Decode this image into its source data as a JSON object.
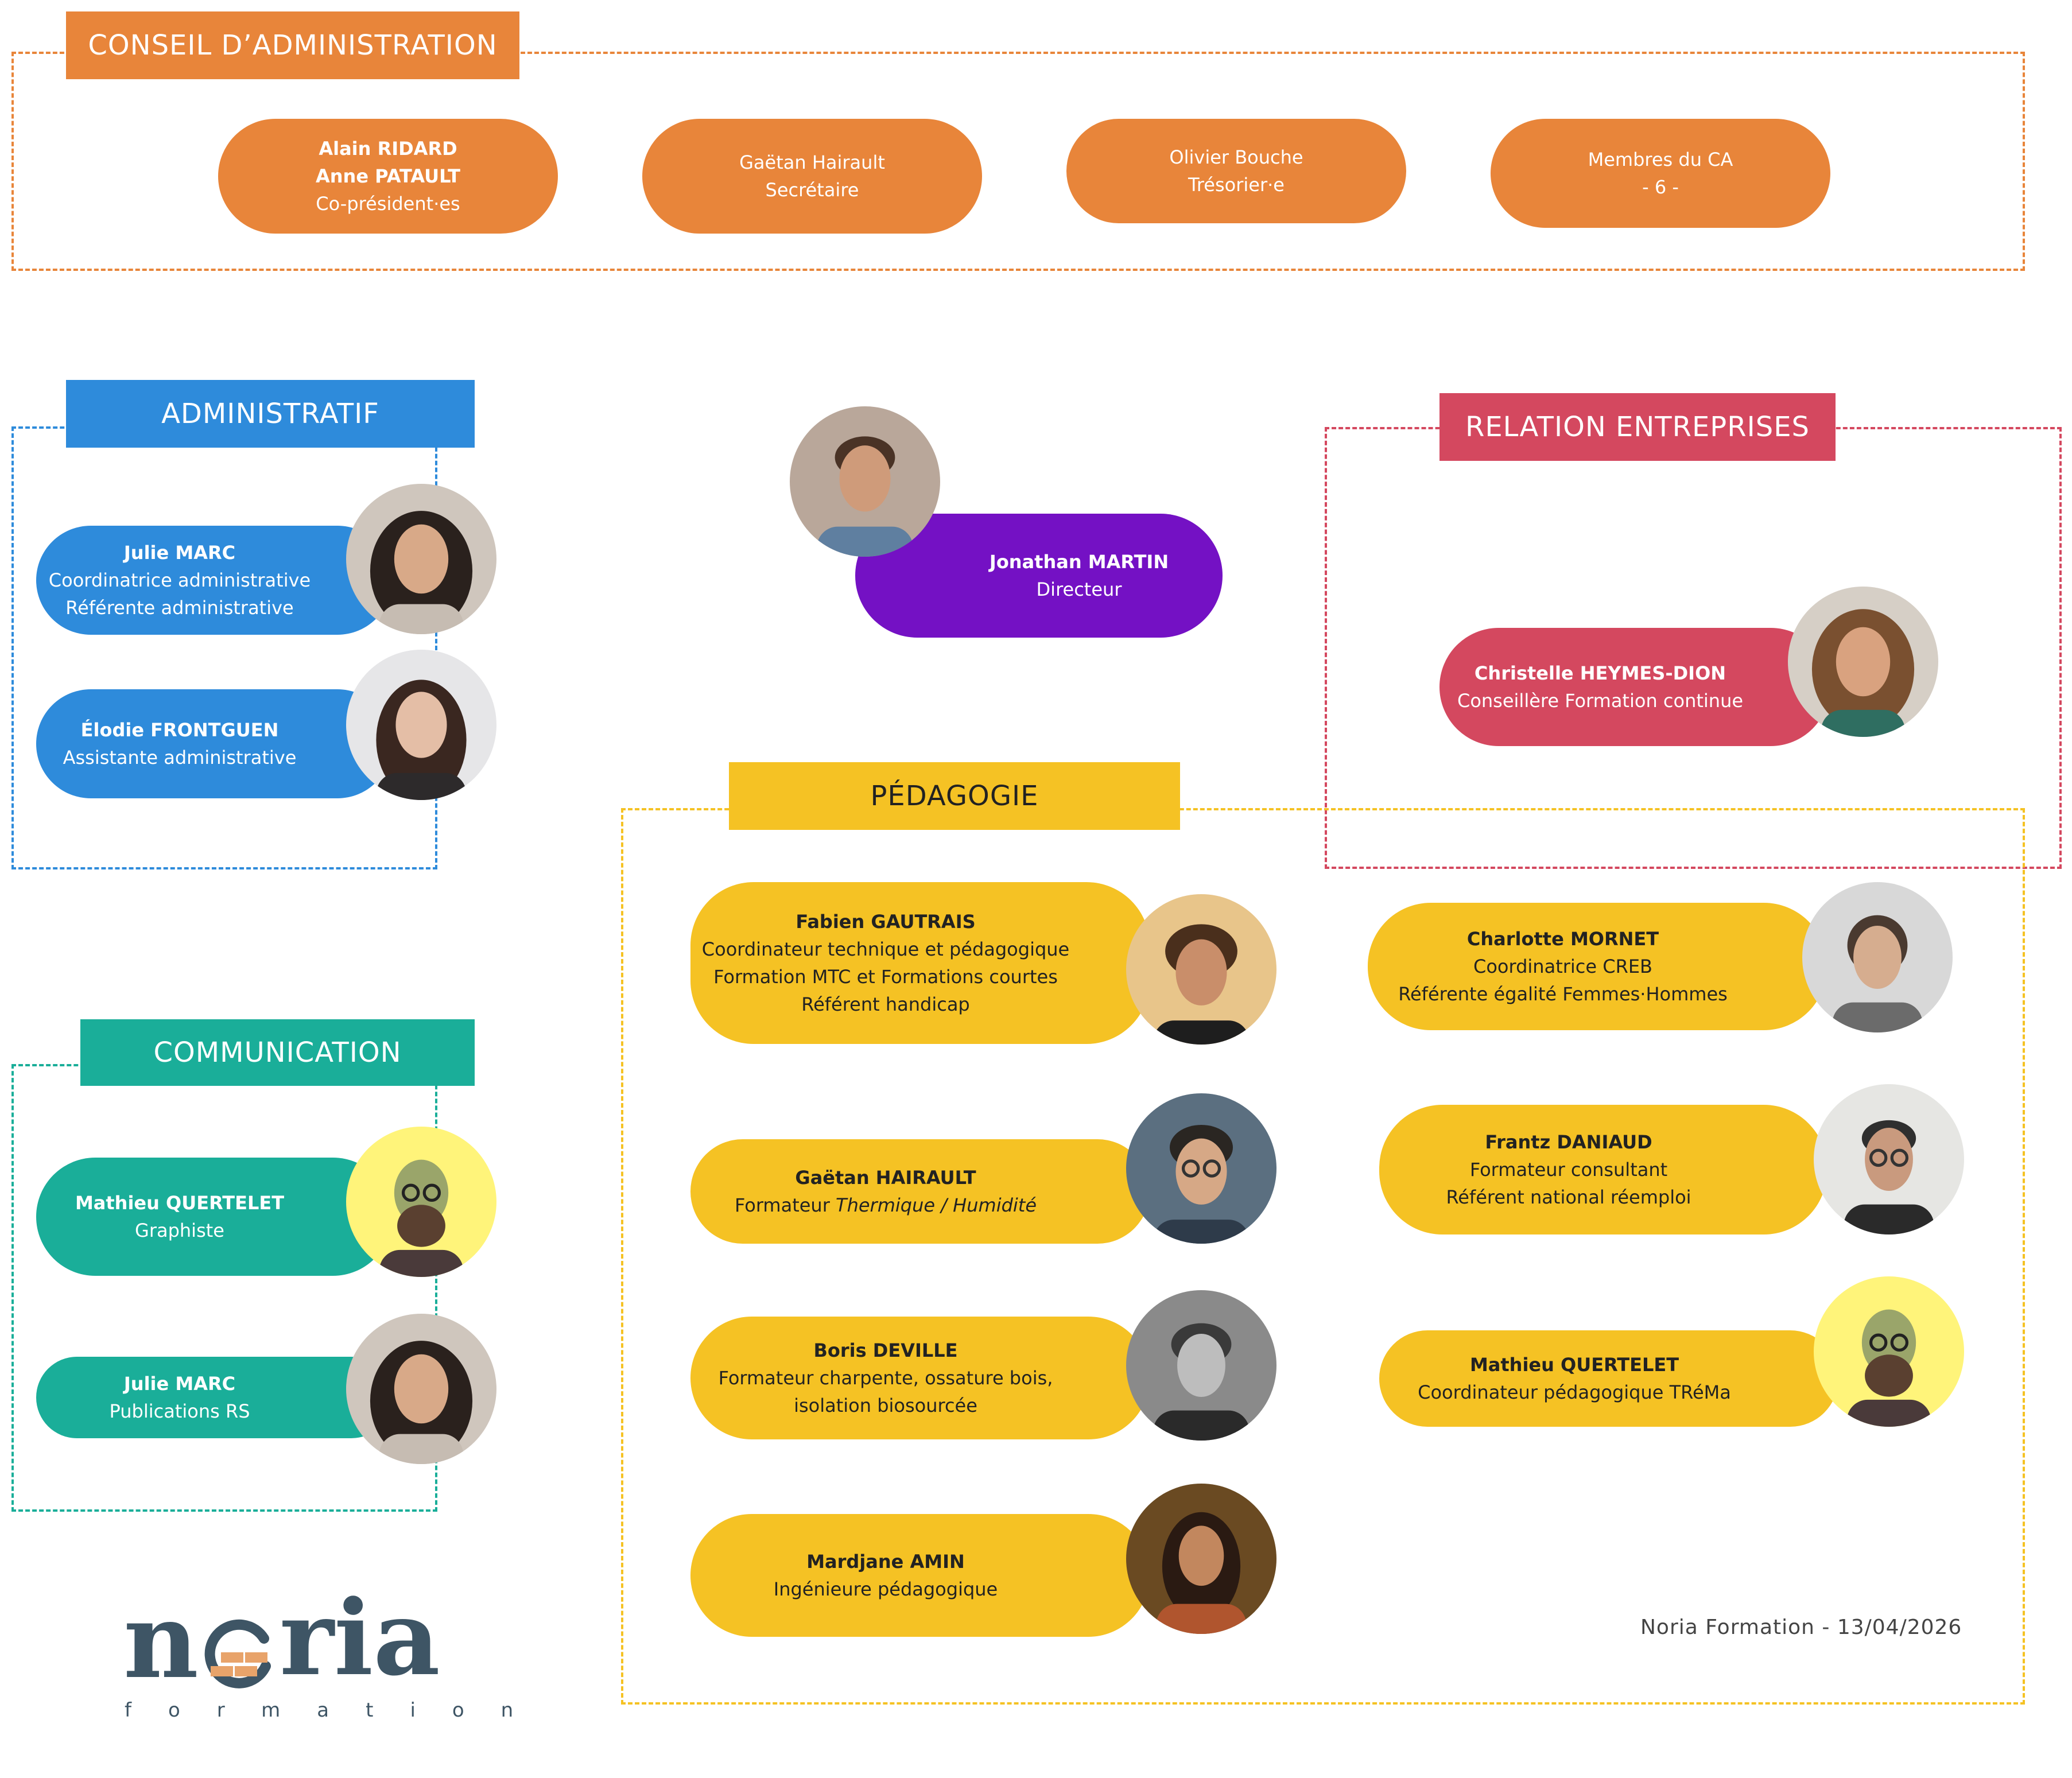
{
  "colors": {
    "ca": "#E8853A",
    "admin": "#2E8BDB",
    "director": "#7411C4",
    "rel": "#D4485F",
    "comm": "#1AAE99",
    "peda": "#F5C224"
  },
  "sections": {
    "ca": "CONSEIL D’ADMINISTRATION",
    "admin": "ADMINISTRATIF",
    "rel": "RELATION ENTREPRISES",
    "comm": "COMMUNICATION",
    "peda": "PÉDAGOGIE"
  },
  "ca_members": [
    {
      "name1": "Alain RIDARD",
      "name2": "Anne PATAULT",
      "role": "Co-président·es"
    },
    {
      "line1": "Gaëtan Hairault",
      "line2": "Secrétaire"
    },
    {
      "line1": "Olivier Bouche",
      "line2": "Trésorier·e"
    },
    {
      "line1": "Membres du CA",
      "line2": "- 6 -"
    }
  ],
  "director": {
    "name": "Jonathan MARTIN",
    "role": "Directeur"
  },
  "admin_people": [
    {
      "name": "Julie MARC",
      "role1": "Coordinatrice administrative",
      "role2": "Référente administrative"
    },
    {
      "name": "Élodie FRONTGUEN",
      "role1": "Assistante administrative"
    }
  ],
  "rel_people": [
    {
      "name": "Christelle HEYMES-DION",
      "role1": "Conseillère Formation continue"
    }
  ],
  "comm_people": [
    {
      "name": "Mathieu QUERTELET",
      "role1": "Graphiste"
    },
    {
      "name": "Julie MARC",
      "role1": "Publications RS"
    }
  ],
  "peda_people": [
    {
      "name": "Fabien GAUTRAIS",
      "role1": "Coordinateur technique et pédagogique",
      "role2": "Formation MTC et Formations courtes",
      "role3": "Référent handicap"
    },
    {
      "name": "Gaëtan HAIRAULT",
      "role_prefix": "Formateur ",
      "role_em": "Thermique / Humidité"
    },
    {
      "name": "Boris DEVILLE",
      "role1": "Formateur charpente, ossature bois,",
      "role2": "isolation biosourcée"
    },
    {
      "name": "Mardjane AMIN",
      "role1": "Ingénieure pédagogique"
    },
    {
      "name": "Charlotte MORNET",
      "role1": "Coordinatrice CREB",
      "role2": "Référente égalité Femmes·Hommes"
    },
    {
      "name": "Frantz DANIAUD",
      "role1": "Formateur consultant",
      "role2": "Référent national réemploi"
    },
    {
      "name": "Mathieu QUERTELET",
      "role1": "Coordinateur pédagogique TRéMa"
    }
  ],
  "footer": "Noria Formation - 13/04/2026",
  "logo": {
    "word_left": "n",
    "word_right": "ria",
    "sub": "formation"
  }
}
